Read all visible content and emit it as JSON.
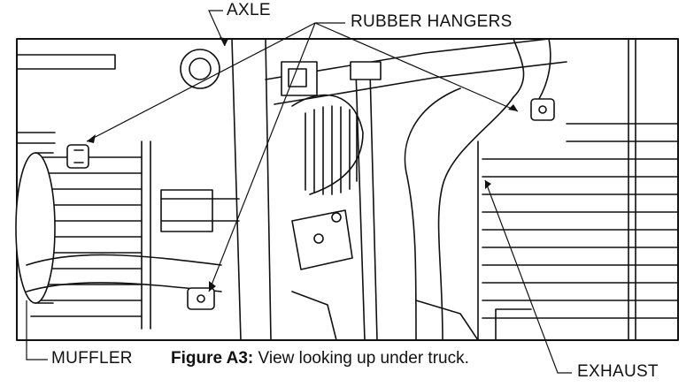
{
  "labels": {
    "axle": "AXLE",
    "rubber_hangers": "RUBBER HANGERS",
    "muffler": "MUFFLER",
    "exhaust": "EXHAUST"
  },
  "caption": {
    "bold": "Figure A3:",
    "text": "View looking up under truck."
  },
  "colors": {
    "ink": "#111111",
    "paper": "#ffffff",
    "shade": "#dddddd"
  }
}
